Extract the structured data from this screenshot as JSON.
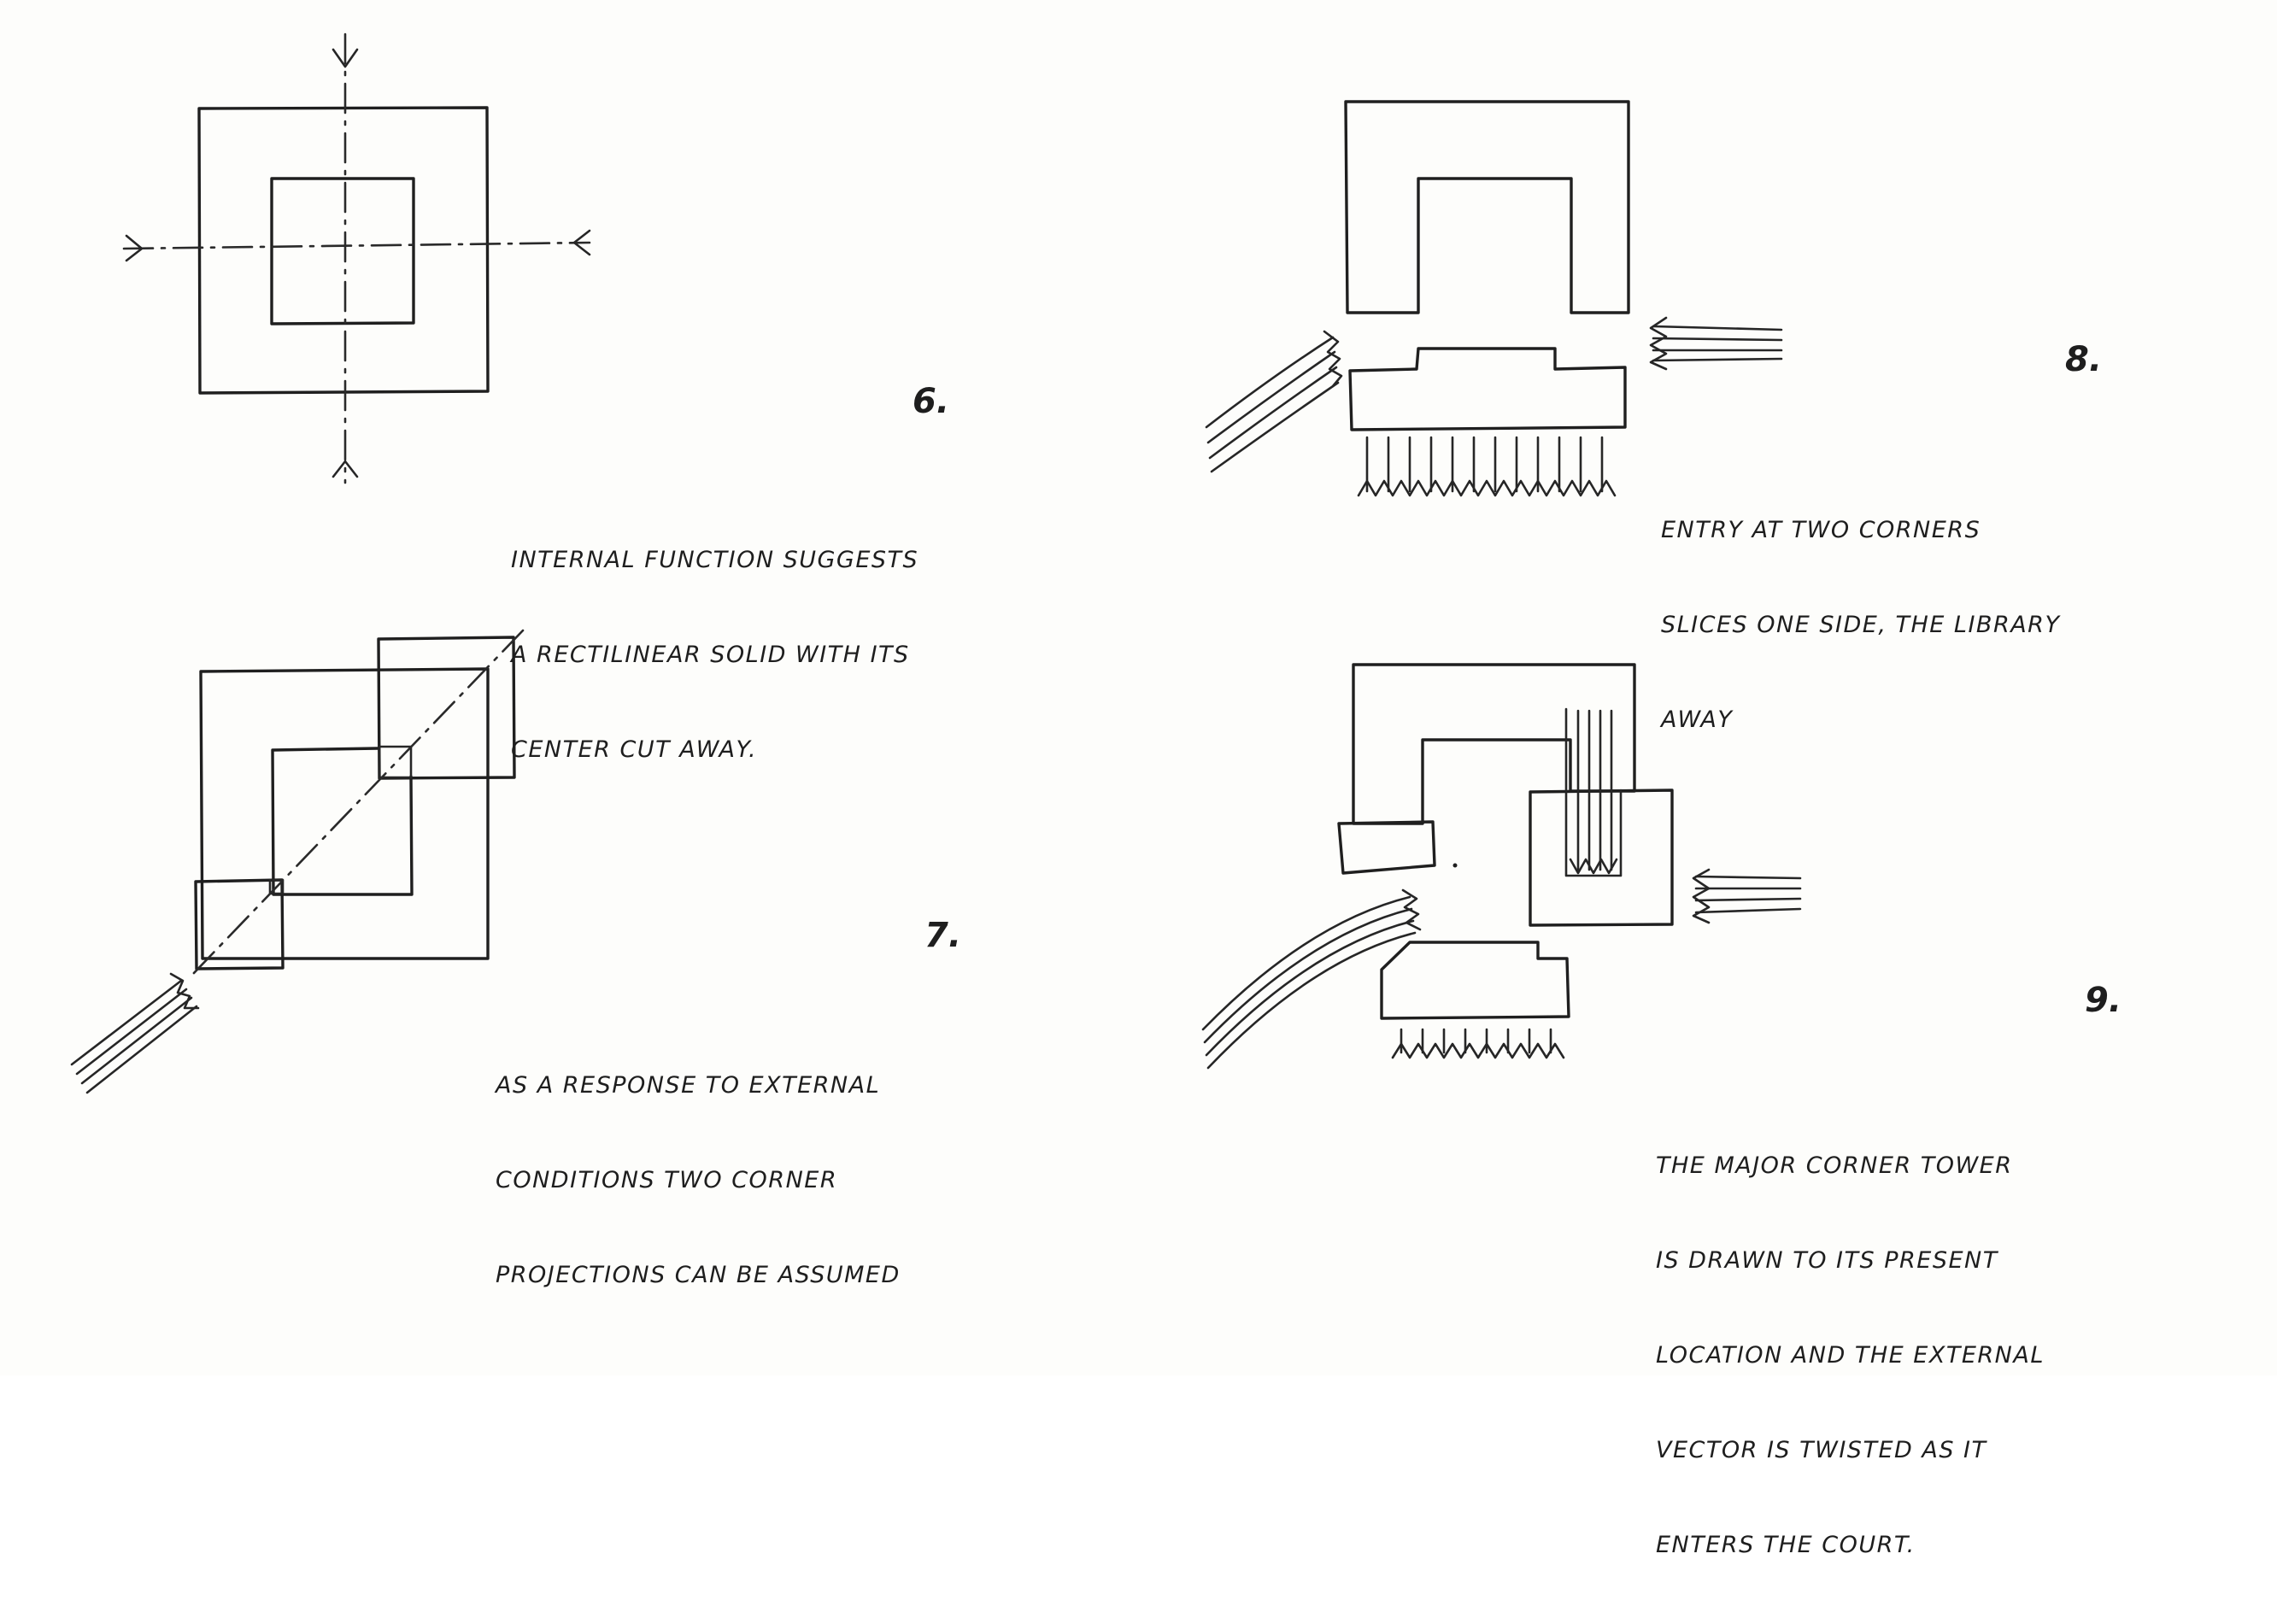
{
  "diagrams": [
    {
      "number": "6.",
      "caption_lines": [
        "INTERNAL FUNCTION SUGGESTS",
        "A RECTILINEAR SOLID WITH ITS",
        "CENTER CUT AWAY."
      ]
    },
    {
      "number": "7.",
      "caption_lines": [
        "AS A RESPONSE TO EXTERNAL",
        "CONDITIONS TWO CORNER",
        "PROJECTIONS CAN BE ASSUMED"
      ]
    },
    {
      "number": "8.",
      "caption_lines": [
        "ENTRY AT TWO CORNERS",
        "SLICES ONE SIDE, THE LIBRARY",
        "AWAY"
      ]
    },
    {
      "number": "9.",
      "caption_lines": [
        "THE MAJOR CORNER TOWER",
        "IS DRAWN TO ITS PRESENT",
        "LOCATION AND THE EXTERNAL",
        "VECTOR IS TWISTED AS IT",
        "ENTERS THE COURT."
      ]
    }
  ],
  "colors": {
    "ink": "#1f1f1f",
    "paper": "#fdfdfb"
  }
}
